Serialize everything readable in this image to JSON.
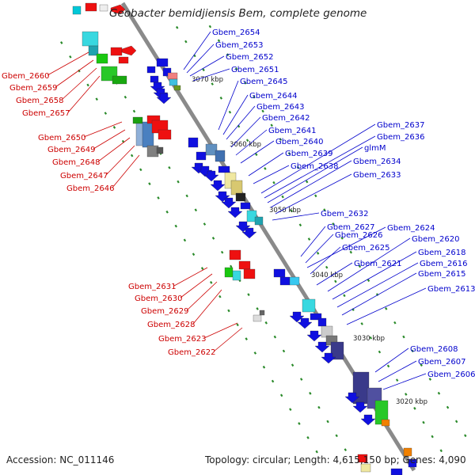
{
  "title": "Geobacter bemidjiensis Bem, complete genome",
  "footer": {
    "accession": "Accession: NC_011146",
    "summary": "Topology: circular; Length: 4,615,150 bp; Genes: 4,090"
  },
  "colors": {
    "forward_label": "#0000cc",
    "reverse_label": "#cc0000",
    "backbone": "#8a8a8a",
    "ticks": "#2a8a2a",
    "forward_gene": "#1010e0",
    "reverse_gene": "#ee1010"
  },
  "kbp_ticks": [
    "3070 kbp",
    "3060 kbp",
    "3050 kbp",
    "3040 kbp",
    "3030 kbp",
    "3020 kbp"
  ],
  "forward_labels": [
    "Gbem_2654",
    "Gbem_2653",
    "Gbem_2652",
    "Gbem_2651",
    "Gbem_2645",
    "Gbem_2644",
    "Gbem_2643",
    "Gbem_2642",
    "Gbem_2641",
    "Gbem_2640",
    "Gbem_2639",
    "Gbem_2638",
    "Gbem_2637",
    "Gbem_2636",
    "glmM",
    "Gbem_2634",
    "Gbem_2633",
    "Gbem_2632",
    "Gbem_2627",
    "Gbem_2626",
    "Gbem_2624",
    "Gbem_2625",
    "Gbem_2620",
    "Gbem_2618",
    "Gbem_2621",
    "Gbem_2616",
    "Gbem_2615",
    "Gbem_2613",
    "Gbem_2608",
    "Gbem_2607",
    "Gbem_2606"
  ],
  "reverse_labels": [
    "Gbem_2660",
    "Gbem_2659",
    "Gbem_2658",
    "Gbem_2657",
    "Gbem_2650",
    "Gbem_2649",
    "Gbem_2648",
    "Gbem_2647",
    "Gbem_2646",
    "Gbem_2631",
    "Gbem_2630",
    "Gbem_2629",
    "Gbem_2628",
    "Gbem_2623",
    "Gbem_2622"
  ]
}
